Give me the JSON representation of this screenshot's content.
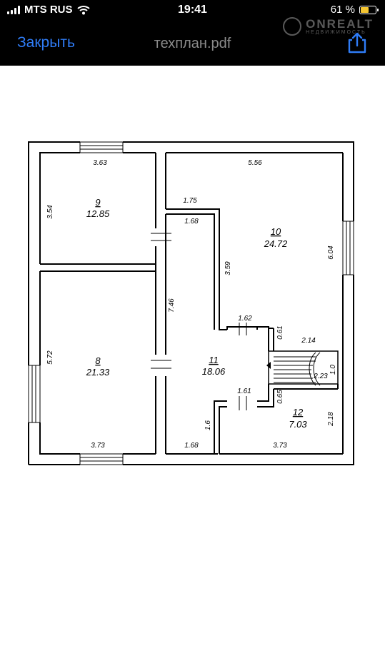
{
  "status_bar": {
    "carrier": "MTS RUS",
    "time": "19:41",
    "battery_percent": "61 %"
  },
  "nav": {
    "close_label": "Закрыть",
    "title": "техплан.pdf"
  },
  "watermark": {
    "name": "ONREALT",
    "subtitle": "НЕДВИЖИМОСТЬ"
  },
  "plan": {
    "rooms": [
      {
        "number": "9",
        "area": "12.85"
      },
      {
        "number": "10",
        "area": "24.72"
      },
      {
        "number": "8",
        "area": "21.33"
      },
      {
        "number": "11",
        "area": "18.06"
      },
      {
        "number": "12",
        "area": "7.03"
      }
    ],
    "dimensions": [
      "3.63",
      "5.56",
      "3.54",
      "1.75",
      "1.68",
      "6.04",
      "3.59",
      "7.46",
      "1.62",
      "0.61",
      "2.14",
      "5.72",
      "1.0",
      "2.23",
      "1.61",
      "0.65",
      "2.18",
      "1.6",
      "3.73",
      "1.68",
      "3.73"
    ]
  }
}
